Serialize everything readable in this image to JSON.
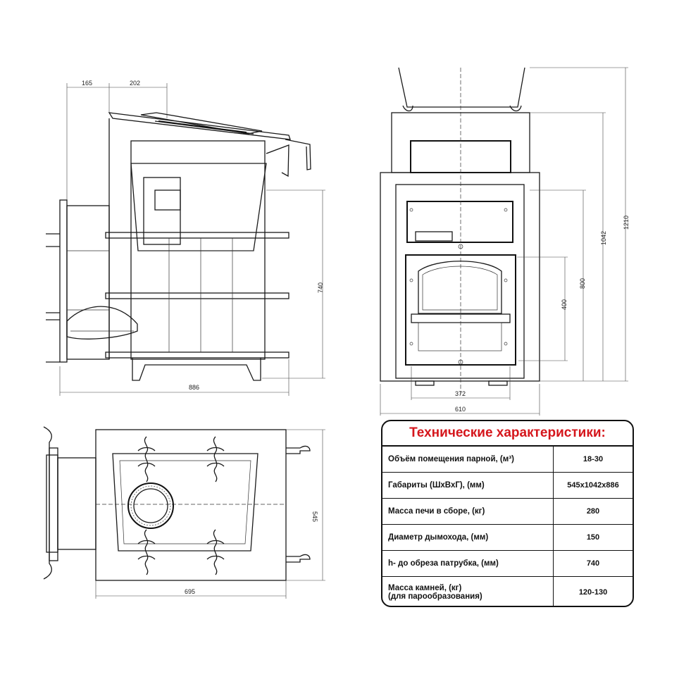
{
  "dimensions": {
    "side_top_165": "165",
    "side_top_202": "202",
    "side_height_740": "740",
    "side_width_886": "886",
    "front_height_1210": "1210",
    "front_height_1042": "1042",
    "front_height_800": "800",
    "front_height_400": "400",
    "front_width_372": "372",
    "front_width_610": "610",
    "top_height_545": "545",
    "top_width_695": "695"
  },
  "spec": {
    "title": "Технические характеристики:",
    "rows": [
      {
        "label": "Объём помещения парной, (м³)",
        "value": "18-30"
      },
      {
        "label": "Габариты (ШхВхГ), (мм)",
        "value": "545х1042х886"
      },
      {
        "label": "Масса печи в сборе, (кг)",
        "value": "280"
      },
      {
        "label": "Диаметр дымохода, (мм)",
        "value": "150"
      },
      {
        "label": "h- до обреза патрубка, (мм)",
        "value": "740"
      },
      {
        "label": "Масса камней, (кг)\n(для парообразования)",
        "value": "120-130"
      }
    ]
  },
  "colors": {
    "title": "#d5161c",
    "line": "#1a1a1a"
  }
}
